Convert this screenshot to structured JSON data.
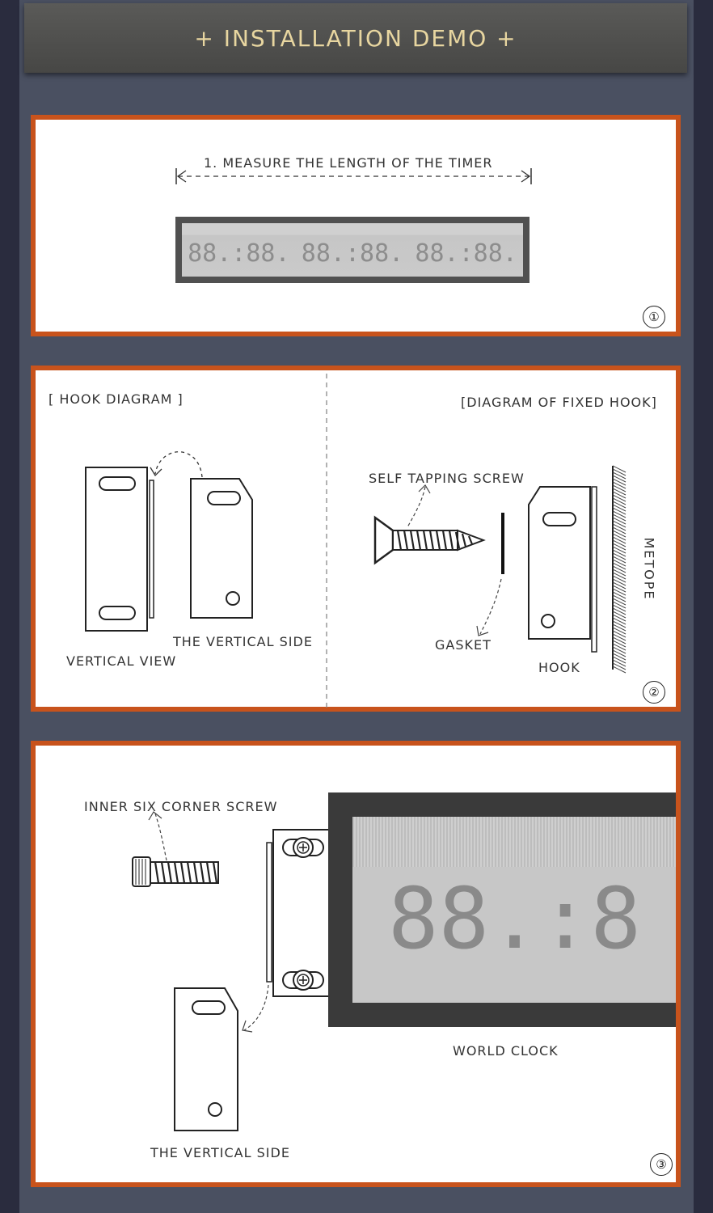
{
  "banner": {
    "title": "+ INSTALLATION DEMO +"
  },
  "step1": {
    "caption": "1. MEASURE THE LENGTH OF THE TIMER",
    "display_groups": [
      "88.:88.",
      "88.:88.",
      "88.:88."
    ],
    "badge": "①"
  },
  "step2": {
    "left_title": "[ HOOK DIAGRAM ]",
    "right_title": "[DIAGRAM OF FIXED HOOK]",
    "vertical_side": "THE VERTICAL SIDE",
    "vertical_view": "VERTICAL VIEW",
    "self_tapping_screw": "SELF TAPPING SCREW",
    "gasket": "GASKET",
    "hook": "HOOK",
    "metope": "METOPE",
    "badge": "②"
  },
  "step3": {
    "inner_screw": "INNER SIX CORNER SCREW",
    "world_clock": "WORLD CLOCK",
    "vertical_side": "THE VERTICAL SIDE",
    "display": "88.:8",
    "badge": "③"
  },
  "colors": {
    "panel_border": "#c8531c",
    "banner_text": "#e8d6a0",
    "background": "#4a5061"
  }
}
